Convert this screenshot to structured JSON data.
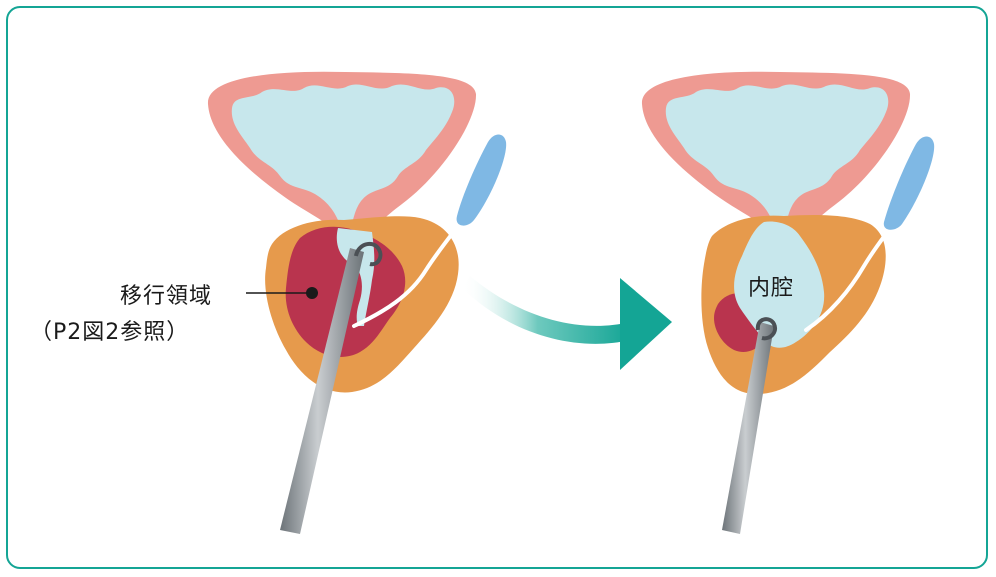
{
  "labels": {
    "transition_zone": "移行領域",
    "reference": "（P2図2参照）",
    "lumen": "内腔"
  },
  "colors": {
    "frame": "#14a595",
    "bladder_wall": "#ee9a92",
    "urine": "#c7e7ec",
    "prostate": "#e69a4c",
    "adenoma": "#b9344e",
    "catheter": "#7fb8e4",
    "arrow": "#14a595"
  }
}
